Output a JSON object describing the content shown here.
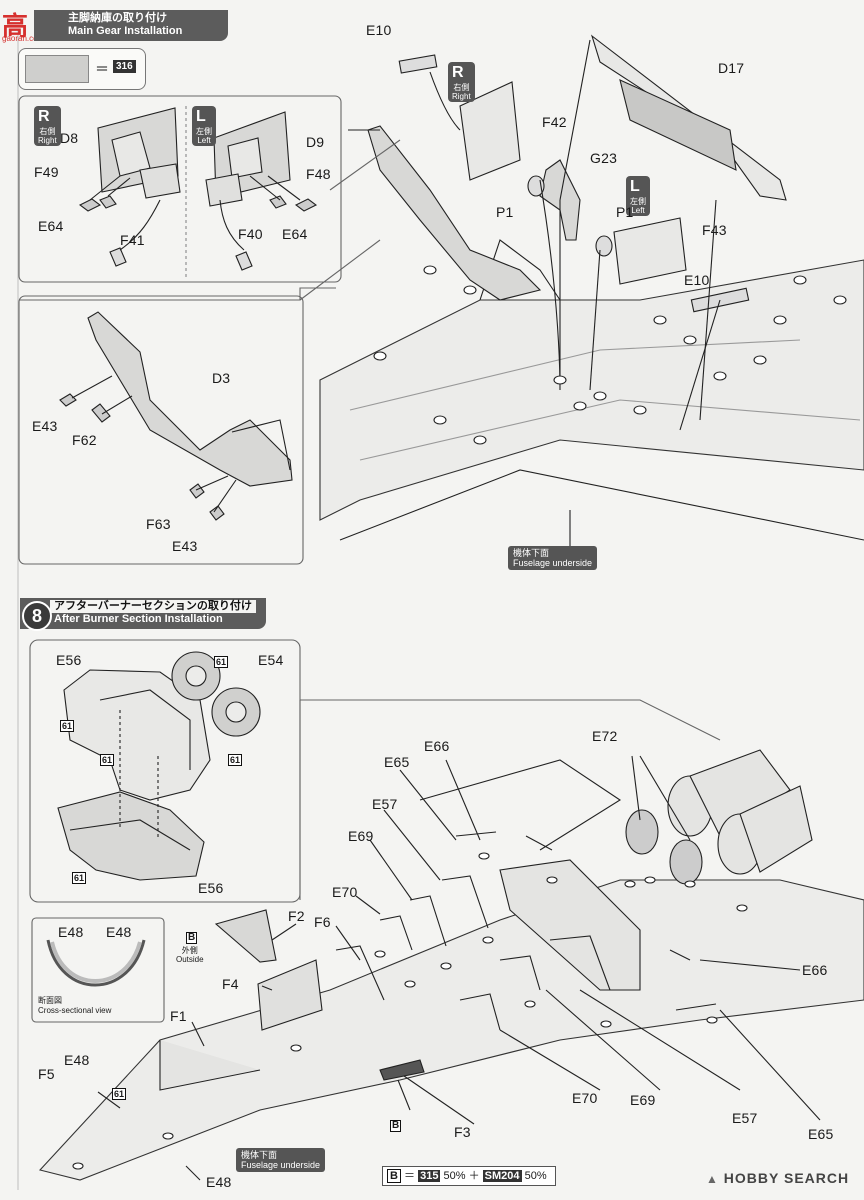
{
  "watermark": {
    "chars": "高",
    "site": "gaoran.com"
  },
  "step7": {
    "title_jp": "主脚納庫の取り付け",
    "title_en": "Main Gear Installation"
  },
  "legend": {
    "equals": "＝",
    "code": "316"
  },
  "right_left": {
    "R": {
      "letter": "R",
      "jp": "右側",
      "en": "Right"
    },
    "L": {
      "letter": "L",
      "jp": "左側",
      "en": "Left"
    }
  },
  "step7_labels": {
    "D8": "D8",
    "F49": "F49",
    "E64a": "E64",
    "F41": "F41",
    "D9": "D9",
    "F48": "F48",
    "F40": "F40",
    "E64b": "E64",
    "D3": "D3",
    "E43a": "E43",
    "F62": "F62",
    "F63": "F63",
    "E43b": "E43",
    "E10a": "E10",
    "D17": "D17",
    "F42": "F42",
    "G23": "G23",
    "P1a": "P1",
    "P1b": "P1",
    "F43": "F43",
    "E10b": "E10"
  },
  "fuselage_underside": {
    "jp": "機体下面",
    "en": "Fuselage underside"
  },
  "step8": {
    "number": "8",
    "title_jp": "アフターバーナーセクションの取り付け",
    "title_en": "After Burner Section Installation"
  },
  "step8_labels": {
    "E56a": "E56",
    "E54": "E54",
    "E56b": "E56",
    "n61a": "61",
    "n61b": "61",
    "n61c": "61",
    "n61d": "61",
    "n61e": "61",
    "n61f": "61",
    "E66a": "E66",
    "E65a": "E65",
    "E72": "E72",
    "E57a": "E57",
    "E69a": "E69",
    "E70a": "E70",
    "F6": "F6",
    "F2": "F2",
    "F4": "F4",
    "F1": "F1",
    "E48a": "E48",
    "E48b": "E48",
    "E48c": "E48",
    "E48d": "E48",
    "F5": "F5",
    "E66b": "E66",
    "E70b": "E70",
    "E69b": "E69",
    "E57b": "E57",
    "E65b": "E65",
    "F3": "F3",
    "Bmark1": "B",
    "Bmark2": "B"
  },
  "outside": {
    "jp": "外側",
    "en": "Outside"
  },
  "cross_section": {
    "jp": "断面図",
    "en": "Cross-sectional view"
  },
  "paint_mix": {
    "letter": "B",
    "equals": "＝",
    "c1": "315",
    "p1": "50%",
    "plus": "＋",
    "c2": "SM204",
    "p2": "50%"
  },
  "brand": "HOBBY SEARCH"
}
